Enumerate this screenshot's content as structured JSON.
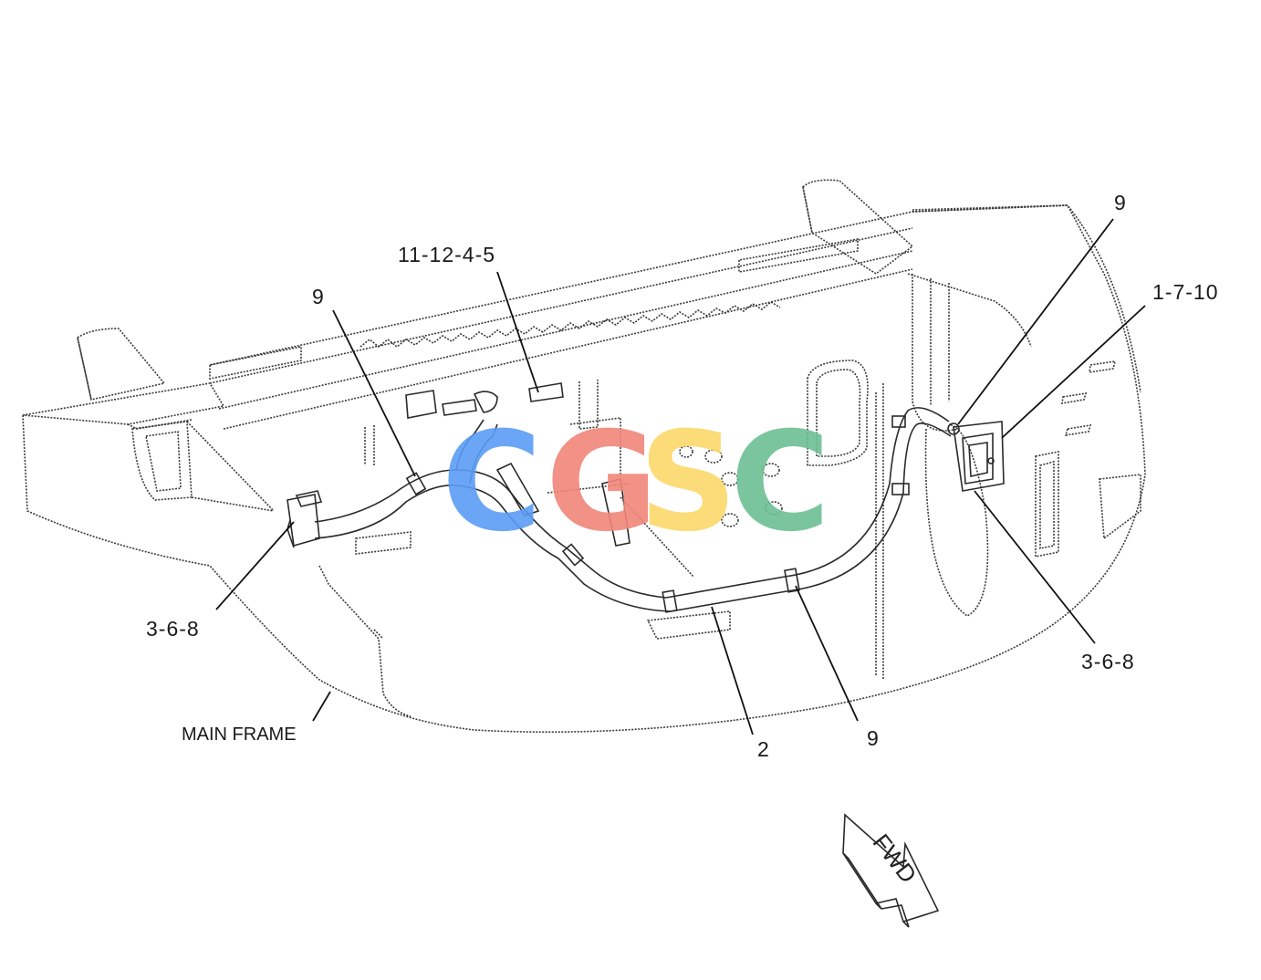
{
  "callouts": {
    "label_9_left": "9",
    "label_11_12_4_5": "11-12-4-5",
    "label_9_top_right": "9",
    "label_1_7_10": "1-7-10",
    "label_3_6_8_left": "3-6-8",
    "label_3_6_8_right": "3-6-8",
    "label_2": "2",
    "label_9_bottom": "9"
  },
  "frame_label": "MAIN FRAME",
  "direction_arrow": {
    "text": "FWD"
  },
  "watermark": {
    "letters": [
      "C",
      "G",
      "S",
      "C"
    ],
    "colors": [
      "#5b9cf5",
      "#f1867a",
      "#fcd86b",
      "#6cbf94"
    ]
  }
}
